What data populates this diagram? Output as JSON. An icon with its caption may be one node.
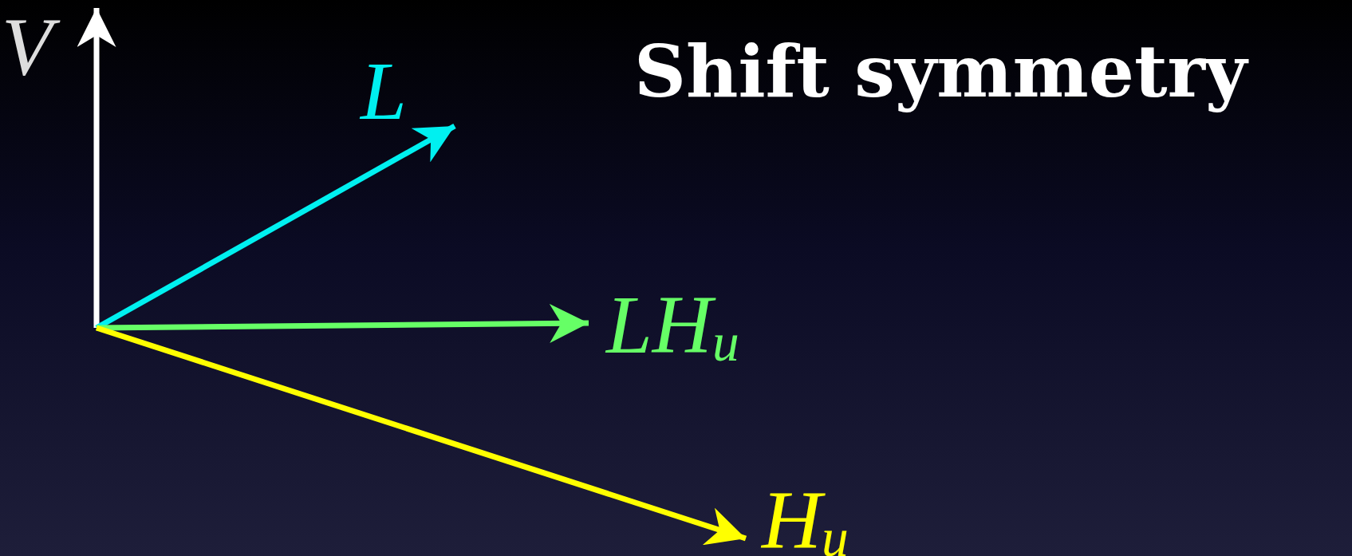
{
  "diagram": {
    "title": "Shift symmetry",
    "nodes": [
      {
        "text": [
          "V"
        ]
      },
      {
        "text": [
          "L"
        ]
      },
      {
        "text": [
          "LH$_{u}$"
        ]
      },
      {
        "text": [
          "H$_{u}$"
        ]
      }
    ],
    "edges": [
      {
        "from": null,
        "to": 0,
        "arrow": "to",
        "color": "#ffffff"
      },
      {
        "from": null,
        "to": 1,
        "arrow": "to",
        "color": "#00f0f0"
      },
      {
        "from": null,
        "to": 2,
        "arrow": "to",
        "color": "#66ff66"
      },
      {
        "from": null,
        "to": 3,
        "arrow": "to",
        "color": "#ffff00"
      }
    ]
  }
}
